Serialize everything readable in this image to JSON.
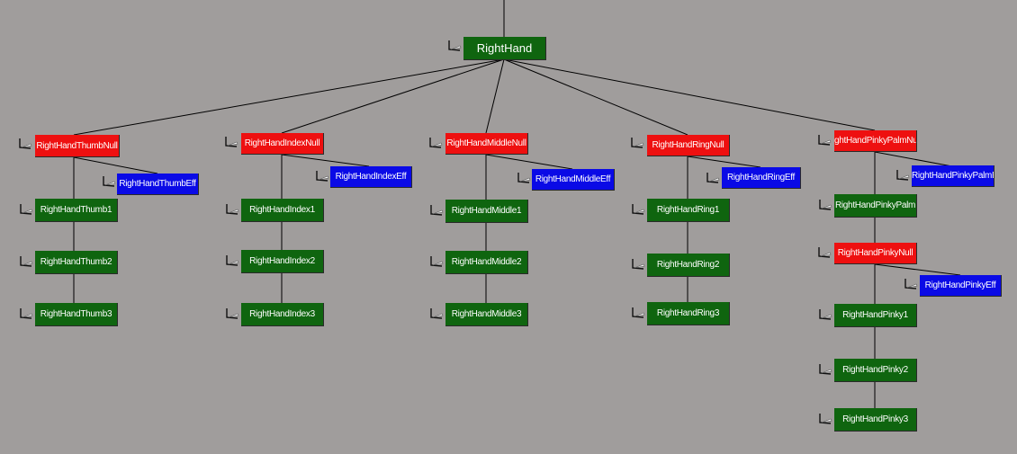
{
  "colors": {
    "background": "#a09d9c",
    "joint": "#0f650f",
    "null": "#ee1010",
    "effector": "#0a0ae6",
    "wire": "#000000"
  },
  "root": {
    "label": "RightHand",
    "icon": "bone-icon"
  },
  "thumb": {
    "null": "RightHandThumbNull",
    "eff": "RightHandThumbEff",
    "j1": "RightHandThumb1",
    "j2": "RightHandThumb2",
    "j3": "RightHandThumb3"
  },
  "index": {
    "null": "RightHandIndexNull",
    "eff": "RightHandIndexEff",
    "j1": "RightHandIndex1",
    "j2": "RightHandIndex2",
    "j3": "RightHandIndex3"
  },
  "middle": {
    "null": "RightHandMiddleNull",
    "eff": "RightHandMiddleEff",
    "j1": "RightHandMiddle1",
    "j2": "RightHandMiddle2",
    "j3": "RightHandMiddle3"
  },
  "ring": {
    "null": "RightHandRingNull",
    "eff": "RightHandRingEff",
    "j1": "RightHandRing1",
    "j2": "RightHandRing2",
    "j3": "RightHandRing3"
  },
  "pinky": {
    "palm_null": "ghtHandPinkyPalmNu",
    "palm_eff": "RightHandPinkyPalmEff",
    "palm": "RightHandPinkyPalm",
    "null": "RightHandPinkyNull",
    "eff": "RightHandPinkyEff",
    "j1": "RightHandPinky1",
    "j2": "RightHandPinky2",
    "j3": "RightHandPinky3"
  }
}
